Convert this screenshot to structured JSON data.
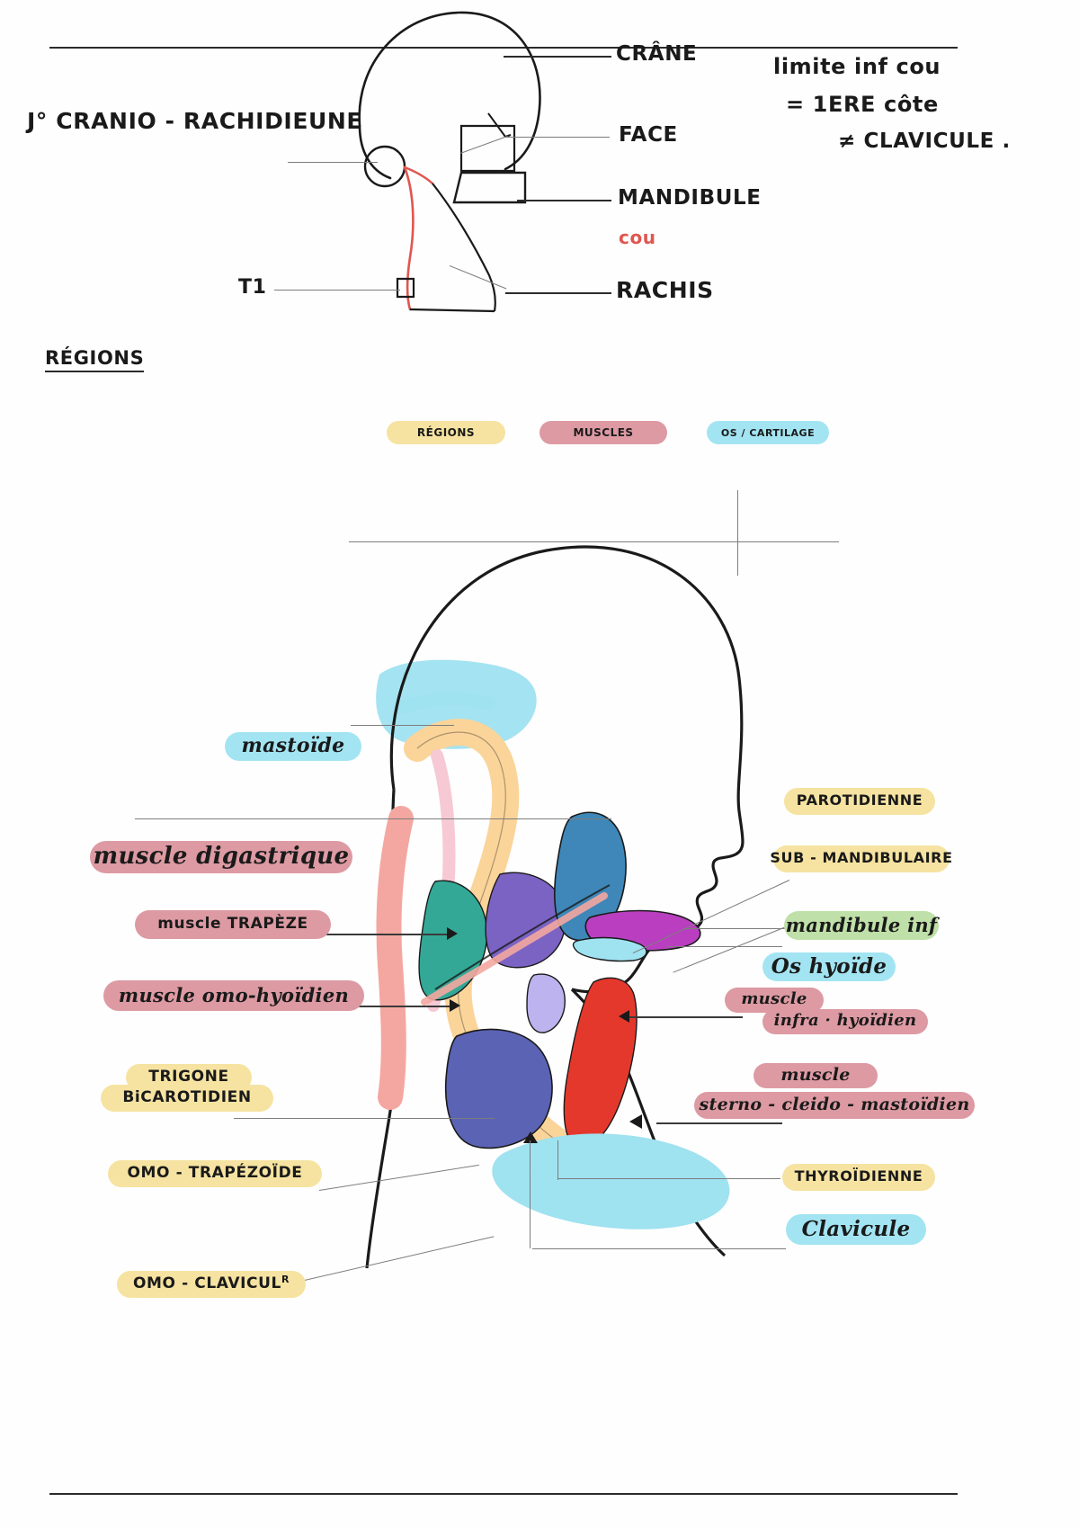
{
  "page": {
    "title": "J° CRANIO - RACHIDIEUNE",
    "section_heading": "RÉGIONS",
    "top_note": {
      "line1": "limite inf cou",
      "line2": "= 1ERE côte",
      "line2_sup": "ERE",
      "line3": "≠ CLAVICULE ."
    }
  },
  "top_diagram": {
    "labels": [
      {
        "id": "crane",
        "text": "CRÂNE"
      },
      {
        "id": "face",
        "text": "FACE"
      },
      {
        "id": "mandibule",
        "text": "MANDIBULE"
      },
      {
        "id": "cou",
        "text": "cou",
        "color": "#e0564f"
      },
      {
        "id": "rachis",
        "text": "RACHIS"
      },
      {
        "id": "t1",
        "text": "T1"
      }
    ]
  },
  "legend": {
    "items": [
      {
        "id": "regions",
        "label": "RÉGIONS",
        "color": "#f6e3a1"
      },
      {
        "id": "muscles",
        "label": "MUSCLES",
        "color": "#dd9aa3"
      },
      {
        "id": "os-cartilage",
        "label": "OS / CARTILAGE",
        "color": "#a3e4f2"
      }
    ]
  },
  "main_diagram": {
    "left_labels": [
      {
        "id": "mastoide",
        "text": "mastoïde",
        "color": "cyan",
        "style": "cursive"
      },
      {
        "id": "muscle-digastrique",
        "text": "muscle digastrique",
        "color": "pink",
        "style": "cursive"
      },
      {
        "id": "muscle-trapeze",
        "text": "muscle  TRAPÈZE",
        "color": "pink",
        "style": "print"
      },
      {
        "id": "muscle-omo-hyoidien",
        "text": "muscle  omo-hyoïdien",
        "color": "pink",
        "style": "cursive"
      },
      {
        "id": "trigone",
        "text": "TRIGONE",
        "color": "yellow",
        "style": "print"
      },
      {
        "id": "bicarotidien",
        "text": "BiCAROTIDIEN",
        "color": "yellow",
        "style": "print"
      },
      {
        "id": "omo-trapezoide",
        "text": "OMO - TRAPÉZOÏDE",
        "color": "yellow",
        "style": "print"
      },
      {
        "id": "omo-claviculaire",
        "text": "OMO - CLAVICUL",
        "text_sup": "R",
        "color": "yellow",
        "style": "print"
      }
    ],
    "right_labels": [
      {
        "id": "parotidienne",
        "text": "PAROTIDIENNE",
        "color": "yellow",
        "style": "print"
      },
      {
        "id": "sub-mandibulaire",
        "text": "SUB - MANDIBULAIRE",
        "color": "yellow",
        "style": "print"
      },
      {
        "id": "mandibule-inf",
        "text": "mandibule inf",
        "color": "green",
        "style": "cursive"
      },
      {
        "id": "os-hyoide",
        "text": "Os  hyoïde",
        "color": "cyan",
        "style": "cursive"
      },
      {
        "id": "muscle-infra",
        "text": "muscle",
        "color": "pink",
        "style": "cursive"
      },
      {
        "id": "infra-hyoidien",
        "text": "infra · hyoïdien",
        "color": "pink",
        "style": "cursive"
      },
      {
        "id": "muscle-scm-1",
        "text": "muscle",
        "color": "pink",
        "style": "cursive"
      },
      {
        "id": "sterno-cleido-mastoidien",
        "text": "sterno - cleido - mastoïdien",
        "color": "pink",
        "style": "cursive"
      },
      {
        "id": "thyroidienne",
        "text": "THYROÏDIENNE",
        "color": "yellow",
        "style": "print"
      },
      {
        "id": "clavicule",
        "text": "Clavicule",
        "color": "cyan",
        "style": "cursive"
      }
    ]
  },
  "colors": {
    "yellow": "#f6e3a1",
    "pink": "#dd9aa3",
    "cyan": "#a3e4f2",
    "green": "#bfe0a8",
    "red_cou": "#e0564f",
    "ink": "#1a1a1a",
    "muscle_blue": "#3e87b8",
    "muscle_purple": "#7b63c4",
    "muscle_magenta": "#b93fc0",
    "muscle_teal": "#34a896",
    "muscle_navy": "#5b63b5",
    "muscle_red": "#e5382c",
    "muscle_lavender": "#bdb3ee",
    "skin_orange": "#fbd49a",
    "skin_pink": "#f4a7a0",
    "bone_cyan": "#9fe2f0"
  }
}
